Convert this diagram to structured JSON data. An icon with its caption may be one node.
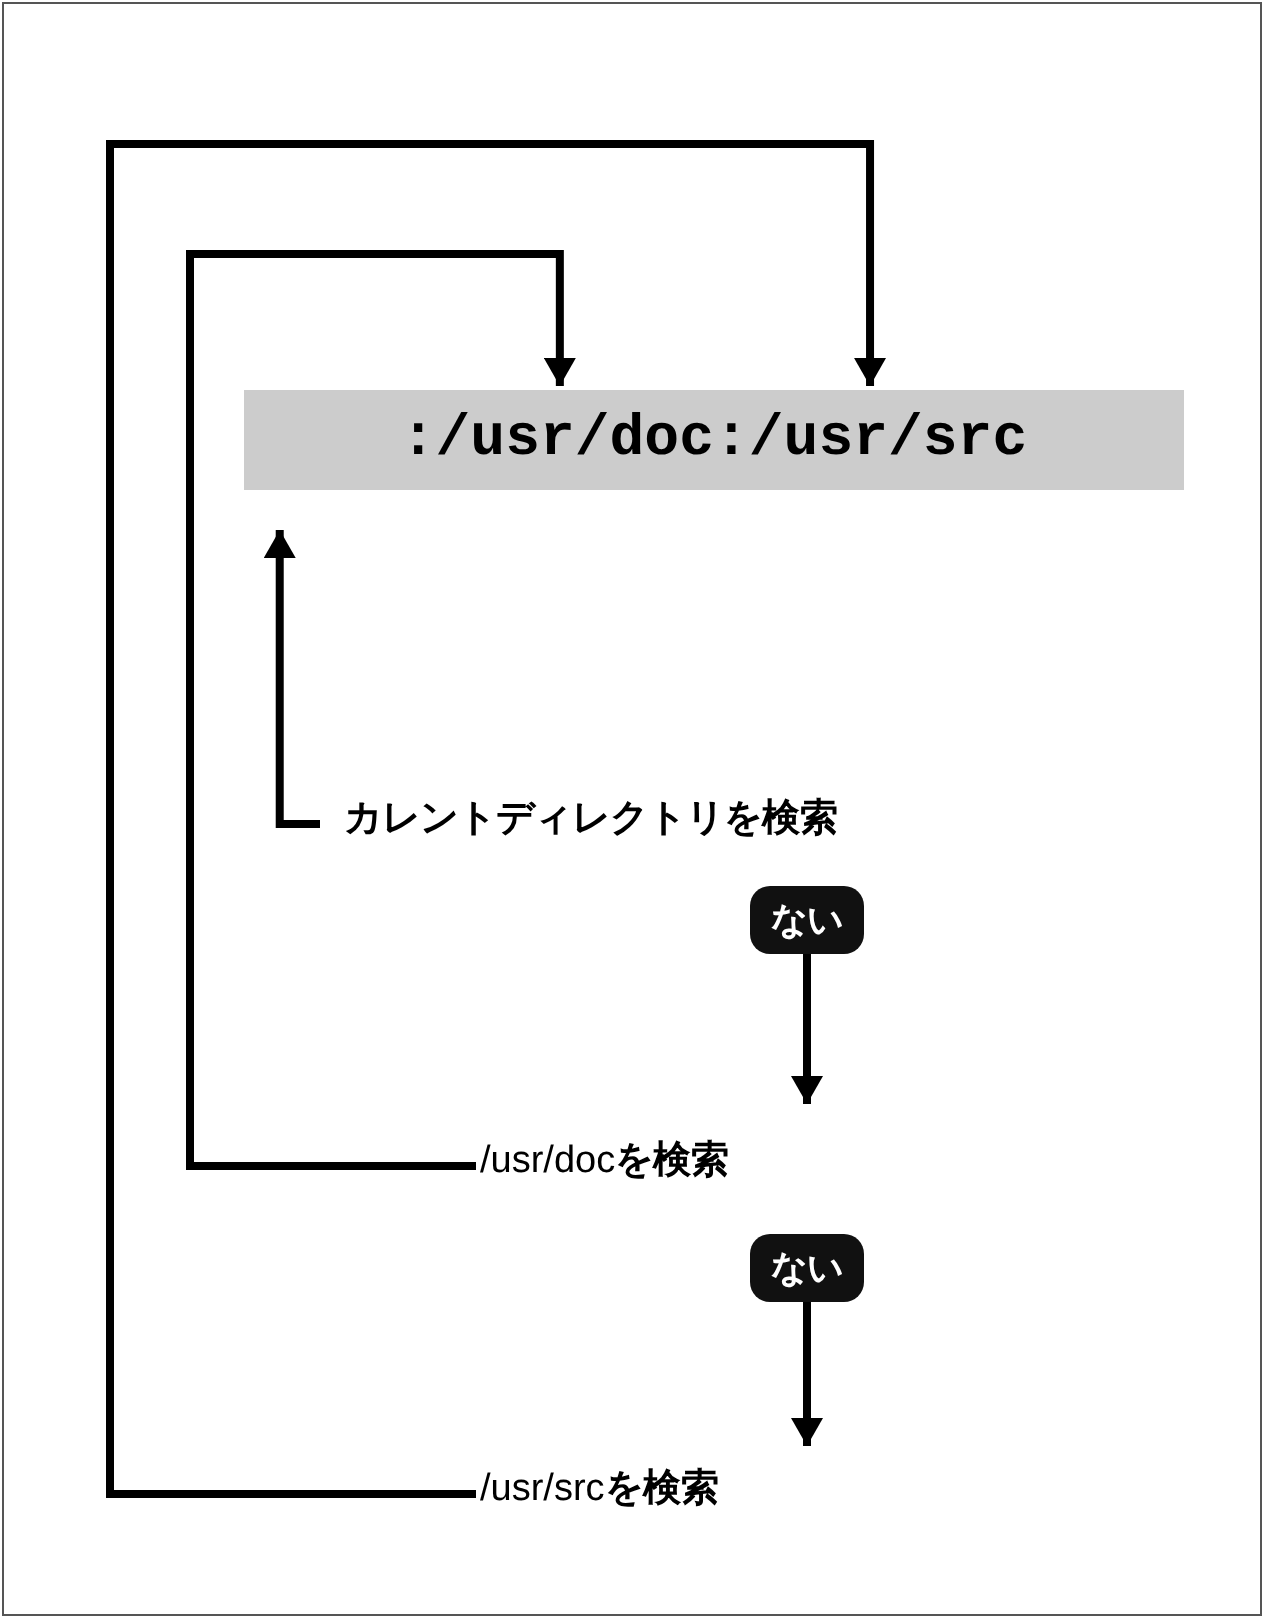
{
  "diagram": {
    "nodes": [
      {
        "text": [
          ":/usr/doc:/usr/src"
        ]
      },
      {
        "text": [
          "カレントディレクトリを検索"
        ]
      },
      {
        "text": [
          "ない"
        ]
      },
      {
        "text": [
          "/usr/doc**を検索**"
        ]
      },
      {
        "text": [
          "ない"
        ]
      },
      {
        "text": [
          "/usr/src**を検索**"
        ]
      }
    ],
    "edges": [
      {
        "from": 1,
        "to": 0,
        "arrow": "to"
      },
      {
        "from": 2,
        "to": 3,
        "arrow": "to"
      },
      {
        "from": 3,
        "to": 0,
        "arrow": "to"
      },
      {
        "from": 4,
        "to": 5,
        "arrow": "to"
      },
      {
        "from": 5,
        "to": 0,
        "arrow": "to"
      }
    ]
  }
}
